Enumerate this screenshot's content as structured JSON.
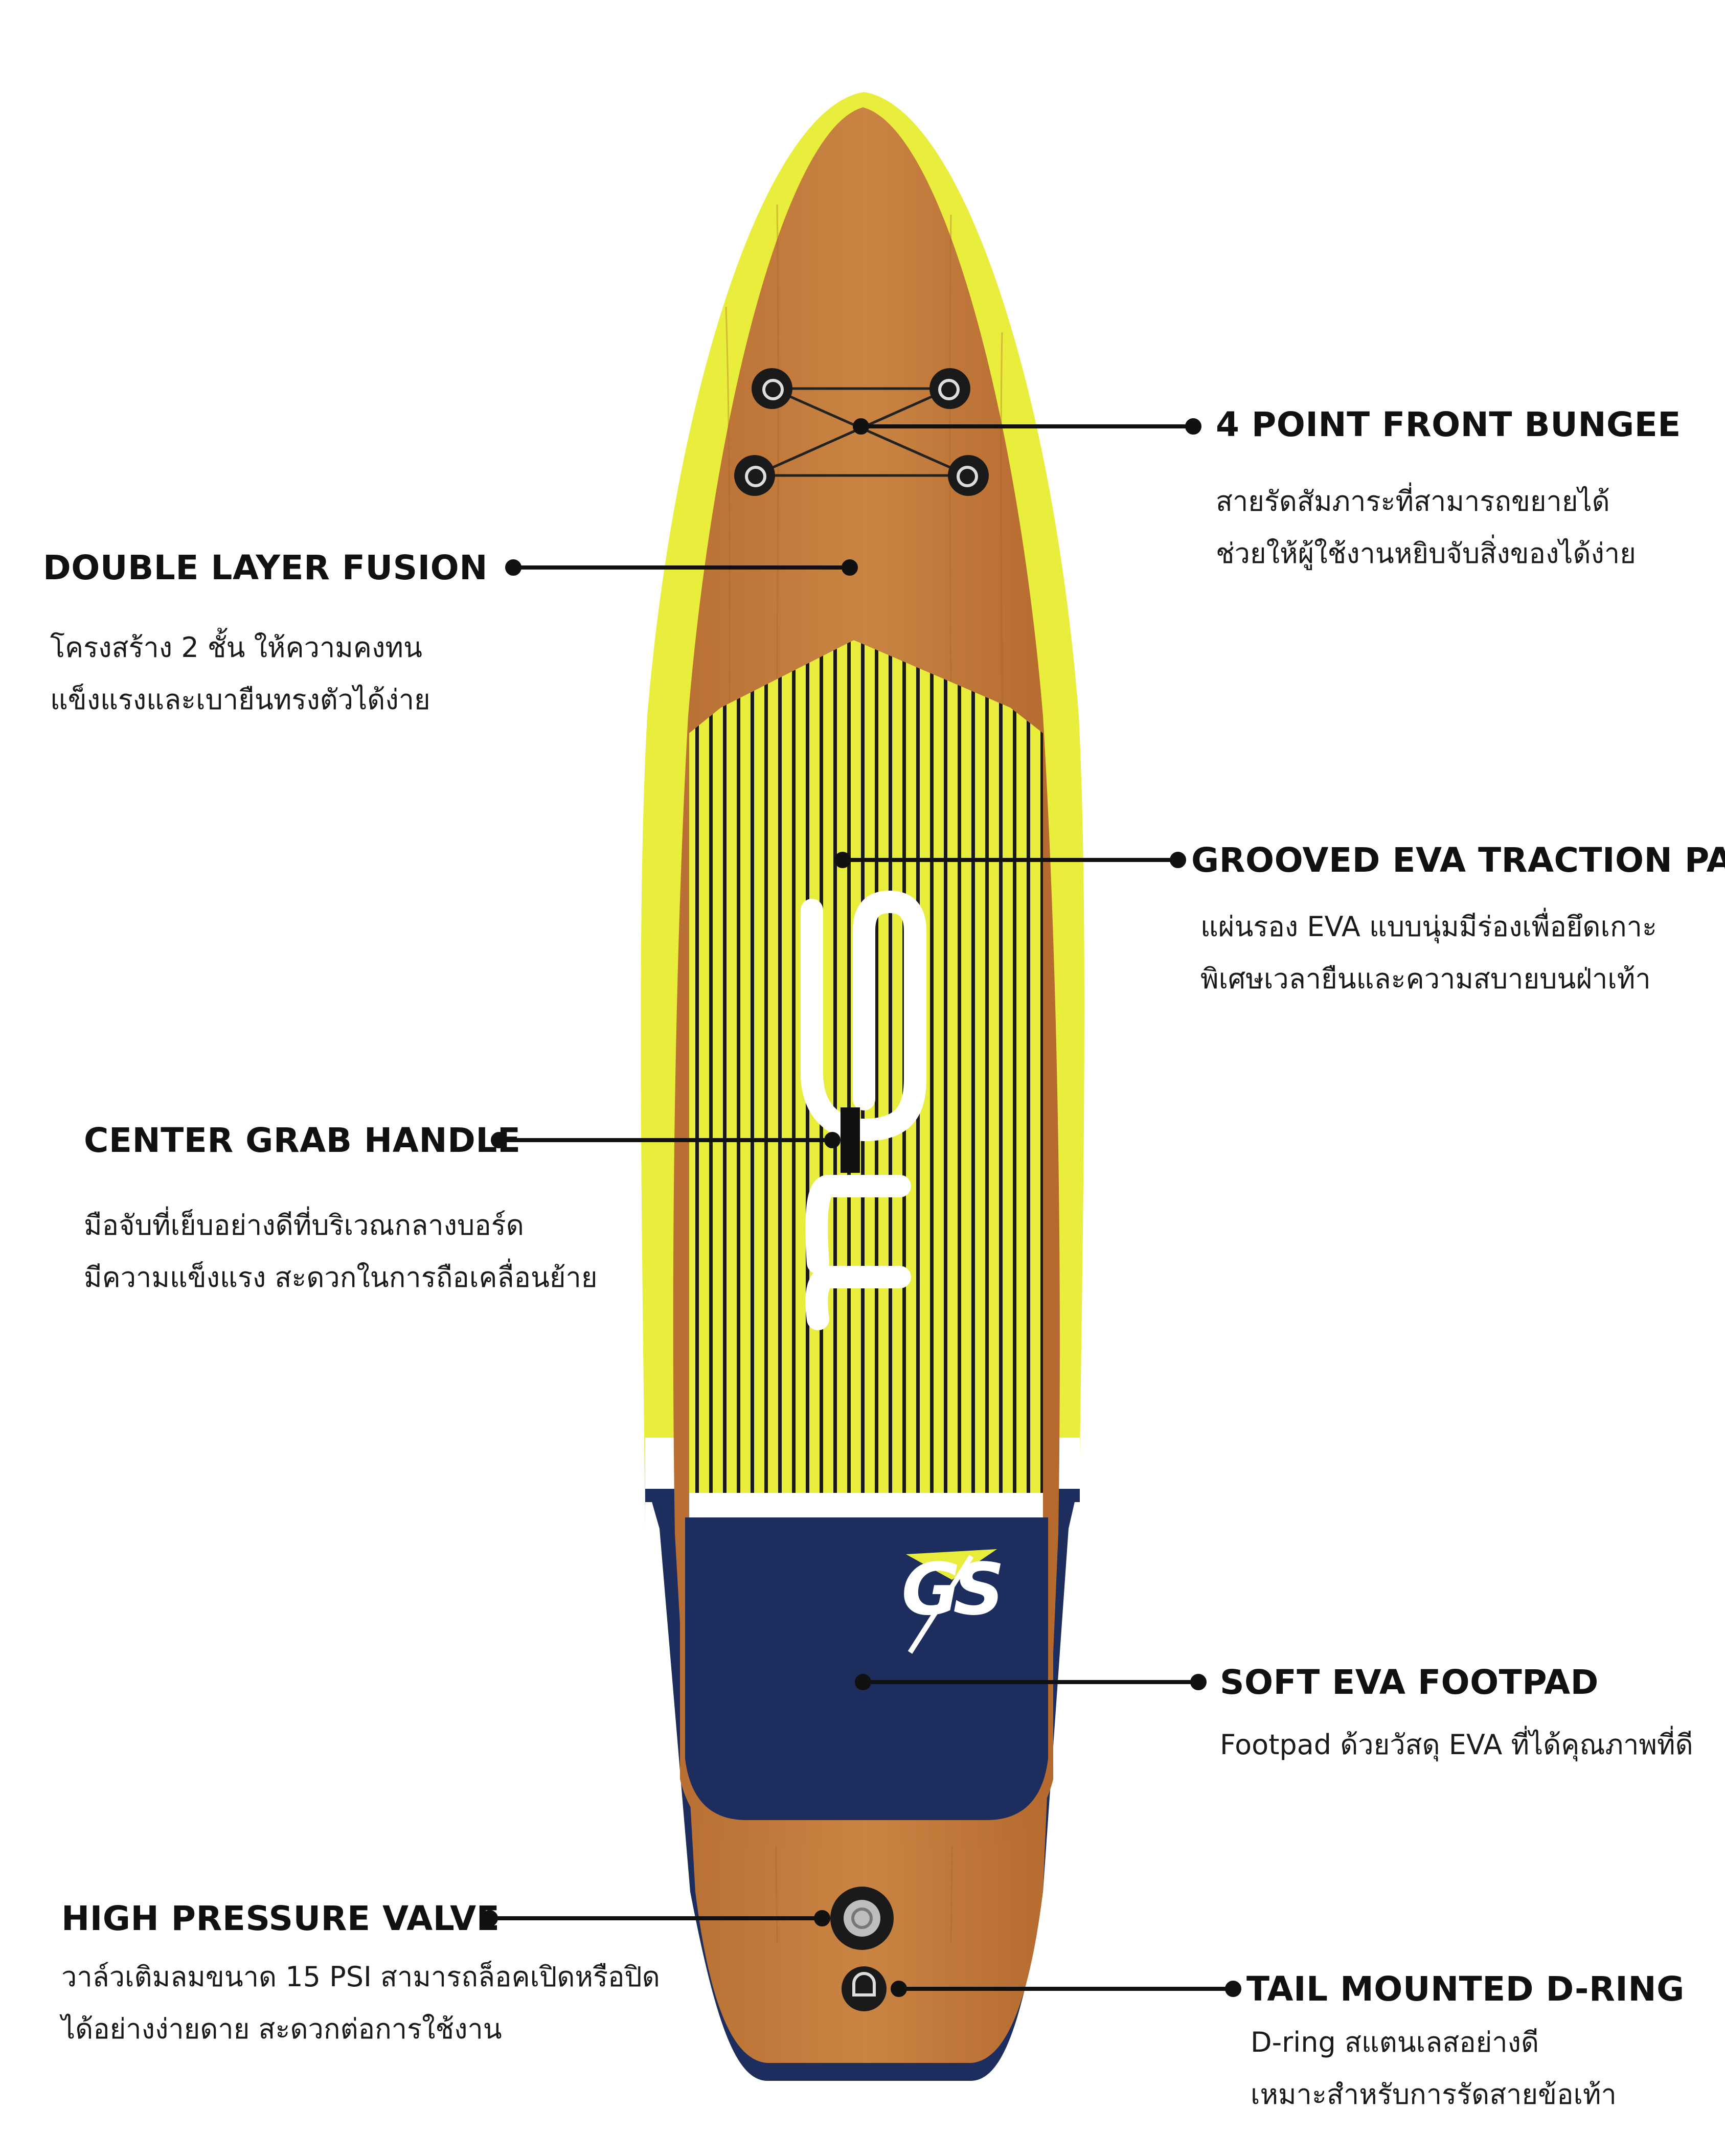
{
  "features": [
    {
      "id": "front-bungee",
      "title": "4 POINT FRONT BUNGEE",
      "description": [
        "สายรัดสัมภาระที่สามารถขยายได้",
        "ช่วยให้ผู้ใช้งานหยิบจับสิ่งของได้ง่าย"
      ]
    },
    {
      "id": "double-layer",
      "title": "DOUBLE LAYER FUSION",
      "description": [
        "โครงสร้าง 2 ชั้น ให้ความคงทน",
        "แข็งแรงและเบายืนทรงตัวได้ง่าย"
      ]
    },
    {
      "id": "traction-pad",
      "title": "GROOVED EVA TRACTION PAD",
      "description": [
        "แผ่นรอง EVA แบบนุ่มมีร่องเพื่อยึดเกาะ",
        "พิเศษเวลายืนและความสบายบนฝ่าเท้า"
      ]
    },
    {
      "id": "grab-handle",
      "title": "CENTER GRAB HANDLE",
      "description": [
        "มือจับที่เย็บอย่างดีที่บริเวณกลางบอร์ด",
        "มีความแข็งแรง สะดวกในการถือเคลื่อนย้าย"
      ]
    },
    {
      "id": "footpad",
      "title": "SOFT EVA FOOTPAD",
      "description": [
        "Footpad ด้วยวัสดุ EVA ที่ได้คุณภาพที่ดี"
      ]
    },
    {
      "id": "valve",
      "title": "HIGH PRESSURE VALVE",
      "description": [
        "วาล์วเติมลมขนาด 15 PSI สามารถล็อคเปิดหรือปิด",
        "ได้อย่างง่ายดาย สะดวกต่อการใช้งาน"
      ]
    },
    {
      "id": "d-ring",
      "title": "TAIL MOUNTED D-RING",
      "description": [
        "D-ring สแตนเลสอย่างดี",
        "เหมาะสำหรับการรัดสายข้อเท้า"
      ]
    }
  ],
  "logo": {
    "text": "GS"
  },
  "colors": {
    "rim": "#E9ED3C",
    "wood": "#C27A3A",
    "pad": "#E8EC3A",
    "navy": "#1C2D5E",
    "groove": "#1a1a1a"
  },
  "icons": [
    "bungee-eyelet-icon",
    "valve-icon",
    "d-ring-icon"
  ]
}
